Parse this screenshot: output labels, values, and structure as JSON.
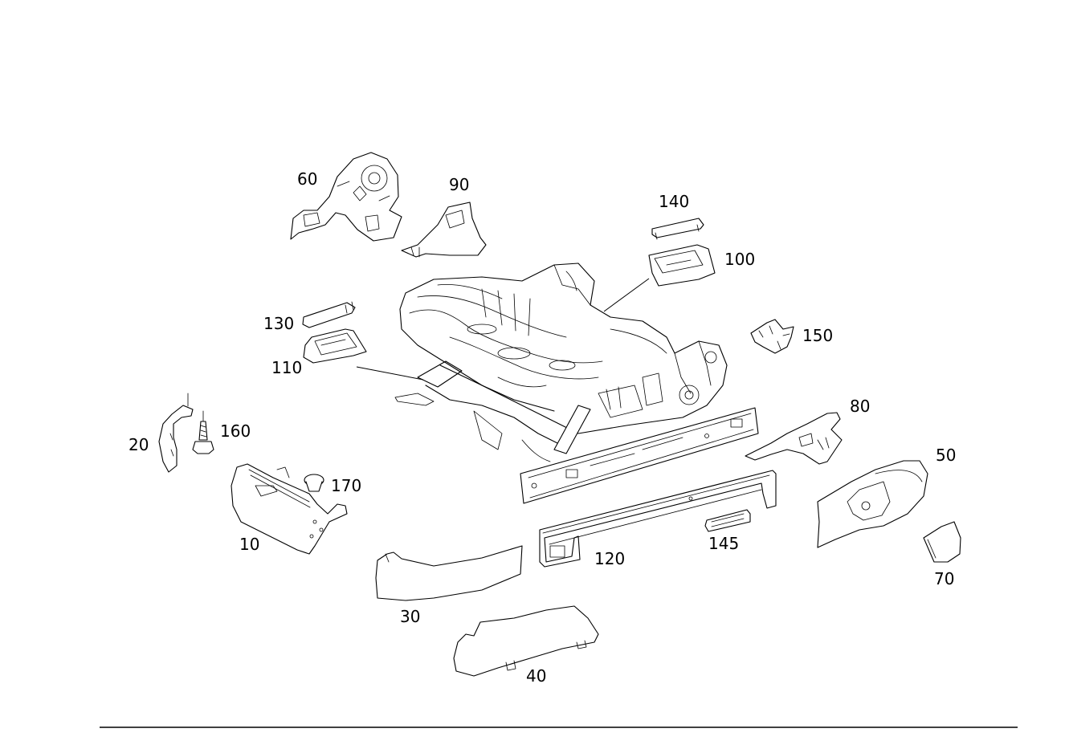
{
  "diagram": {
    "callouts": {
      "c10": "10",
      "c20": "20",
      "c30": "30",
      "c40": "40",
      "c50": "50",
      "c60": "60",
      "c70": "70",
      "c80": "80",
      "c90": "90",
      "c100": "100",
      "c110": "110",
      "c120": "120",
      "c130": "130",
      "c140": "140",
      "c145": "145",
      "c150": "150",
      "c160": "160",
      "c170": "170"
    }
  }
}
